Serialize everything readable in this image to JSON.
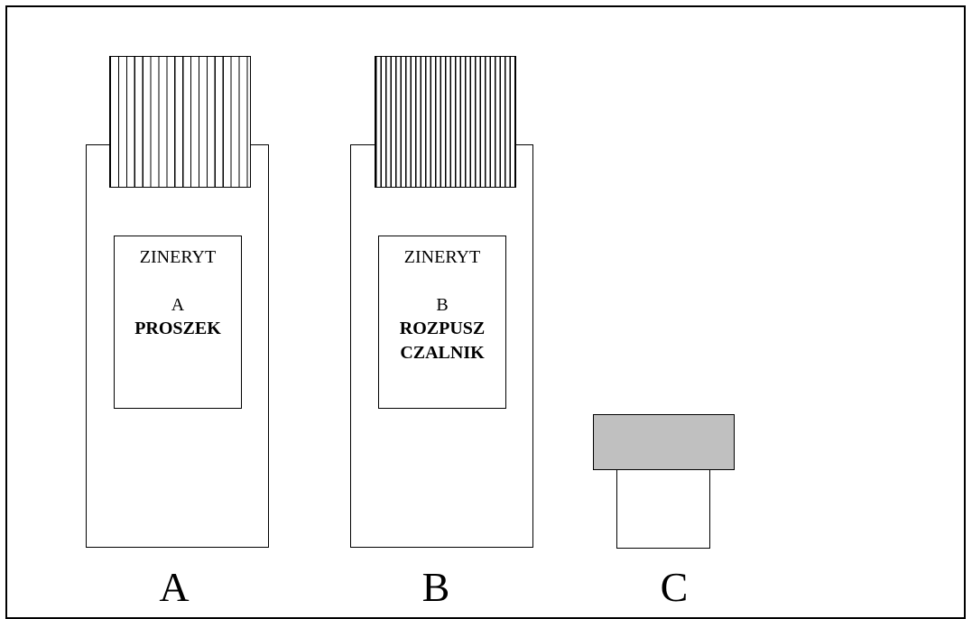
{
  "items": [
    {
      "caption": "A",
      "label_brand": "ZINERYT",
      "label_letter": "A",
      "label_content": "PROSZEK"
    },
    {
      "caption": "B",
      "label_brand": "ZINERYT",
      "label_letter": "B",
      "label_content": "ROZPUSZ CZALNIK"
    },
    {
      "caption": "C"
    }
  ],
  "colors": {
    "outline": "#000000",
    "c_cap_fill": "#c0c0c0",
    "background": "#ffffff"
  }
}
